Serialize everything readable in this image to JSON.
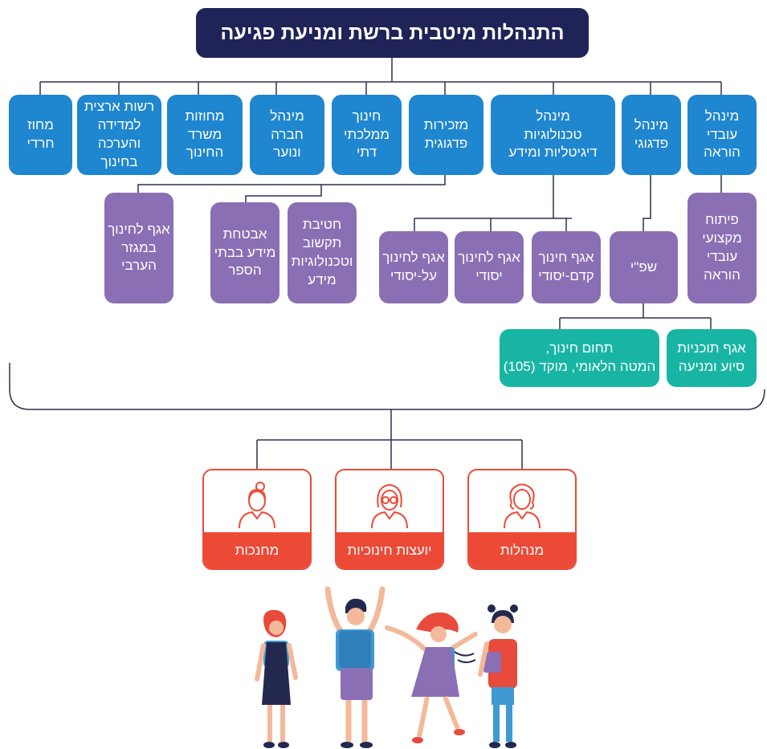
{
  "title": "התנהלות מיטבית ברשת ומניעת פגיעה",
  "top_row": [
    {
      "id": "teachers",
      "label": "מינהל\nעובדי\nהוראה"
    },
    {
      "id": "pedagogic",
      "label": "מינהל\nפדגוגי"
    },
    {
      "id": "digital",
      "label": "מינהל\nטכנולוגיות\nדיגיטליות ומידע"
    },
    {
      "id": "secretariat",
      "label": "מזכירות\nפדגוגית"
    },
    {
      "id": "religious",
      "label": "חינוך\nממלכתי\nדתי"
    },
    {
      "id": "youth",
      "label": "מינהל\nחברה\nונוער"
    },
    {
      "id": "districts",
      "label": "מחוזות\nמשרד\nהחינוך"
    },
    {
      "id": "rama",
      "label": "רשות ארצית\nלמדידה\nוהערכה בחינוך"
    },
    {
      "id": "haredi",
      "label": "מחוז\nחרדי"
    }
  ],
  "second_row": [
    {
      "id": "prof_dev",
      "label": "פיתוח\nמקצועי\nעובדי\nהוראה"
    },
    {
      "id": "shefi",
      "label": "שפ\"י"
    },
    {
      "id": "preschool",
      "label": "אגף חינוך\nקדם-יסודי"
    },
    {
      "id": "primary",
      "label": "אגף לחינוך\nיסודי"
    },
    {
      "id": "secondary",
      "label": "אגף לחינוך\nעל-יסודי"
    },
    {
      "id": "ict",
      "label": "חטיבת\nתקשוב\nוטכנולוגיות\nמידע"
    },
    {
      "id": "security",
      "label": "אבטחת\nמידע בבתי\nהספר"
    },
    {
      "id": "arab",
      "label": "אגף לחינוך\nבמגזר\nהערבי"
    }
  ],
  "third_row": [
    {
      "id": "programs",
      "label": "אגף תוכניות\nסיוע ומניעה"
    },
    {
      "id": "national",
      "label": "תחום חינוך,\nהמטה הלאומי, מוקד (105)"
    }
  ],
  "cards": [
    {
      "id": "principals",
      "label": "מנהלות",
      "icon": "woman-curly-hair-icon"
    },
    {
      "id": "counselors",
      "label": "יועצות חינוכיות",
      "icon": "woman-glasses-icon"
    },
    {
      "id": "teachers",
      "label": "מחנכות",
      "icon": "woman-bun-icon"
    }
  ],
  "colors": {
    "title": "#1f2358",
    "blue": "#1f86d0",
    "purple": "#8a6fb5",
    "teal": "#18b5a4",
    "red": "#ec4a37",
    "line": "#2d3152"
  }
}
